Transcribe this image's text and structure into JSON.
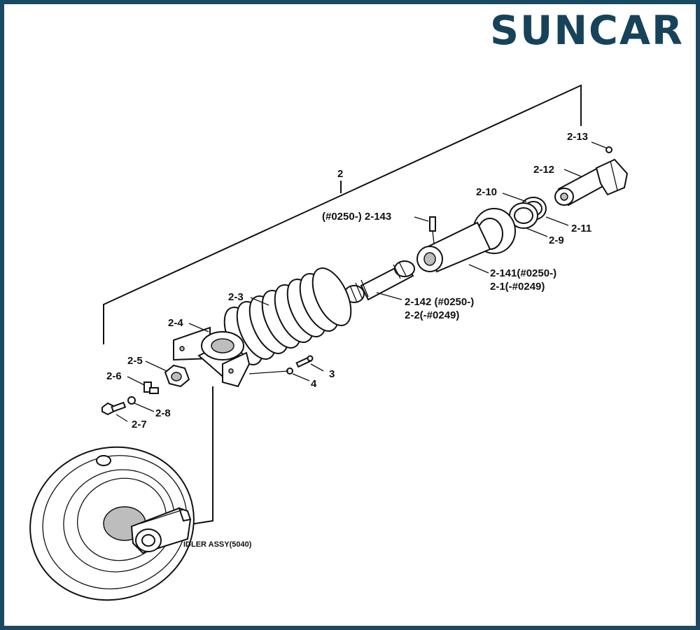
{
  "brand": {
    "logo_text": "SUNCAR",
    "color": "#17435a"
  },
  "labels": {
    "l2": "2",
    "l2_13": "2-13",
    "l2_12": "2-12",
    "l2_10": "2-10",
    "l2_11": "2-11",
    "l2_9": "2-9",
    "l2_143": "(#0250-) 2-143",
    "l2_141": "2-141(#0250-)",
    "l2_1": "2-1(-#0249)",
    "l2_142": "2-142 (#0250-)",
    "l2_2": "2-2(-#0249)",
    "l2_3": "2-3",
    "l2_4": "2-4",
    "l2_5": "2-5",
    "l2_6": "2-6",
    "l2_7": "2-7",
    "l2_8": "2-8",
    "l3": "3",
    "l4": "4",
    "idler": "IDLER ASSY(5040)"
  },
  "colors": {
    "frame": "#1a4a63",
    "ink": "#111111"
  }
}
